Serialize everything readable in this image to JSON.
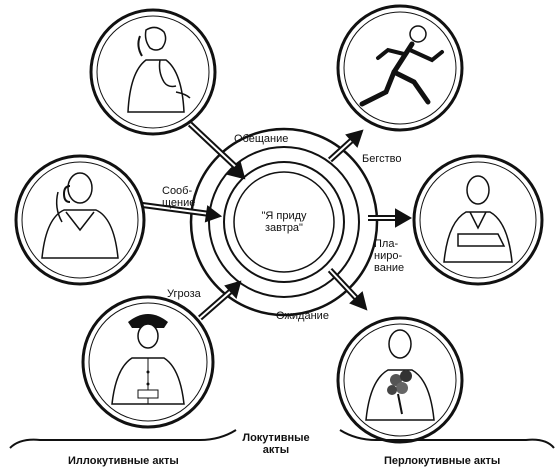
{
  "center": {
    "quote": "\"Я приду\nзавтра\""
  },
  "illocutive": {
    "promise_label": "Обещание",
    "message_label": "Сооб-\nщение",
    "threat_label": "Угроза"
  },
  "perlocutive": {
    "flight_label": "Бегство",
    "planning_label": "Пла-\nниро-\nвание",
    "expectation_label": "Ожидание"
  },
  "footer": {
    "illocutive_acts": "Иллокутивные акты",
    "locutive_acts": "Локутивные\nакты",
    "perlocutive_acts": "Перлокутивные акты"
  },
  "figures": [
    "woman-promising-icon",
    "man-on-phone-icon",
    "officer-threatening-icon",
    "running-man-icon",
    "man-reading-plan-icon",
    "man-with-flowers-icon"
  ]
}
